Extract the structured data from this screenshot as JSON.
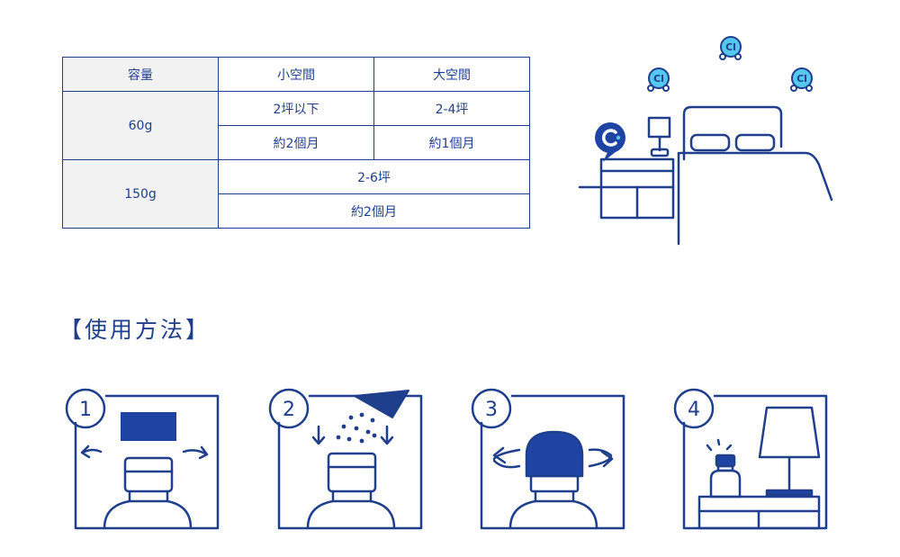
{
  "table": {
    "headers": [
      "容量",
      "小空間",
      "大空間"
    ],
    "rows": [
      {
        "capacity": "60g",
        "small_area": "2坪以下",
        "large_area": "2-4坪",
        "small_duration": "約2個月",
        "large_duration": "約1個月"
      },
      {
        "capacity": "150g",
        "area": "2-6坪",
        "duration": "約2個月"
      }
    ]
  },
  "illustration": {
    "molecule_label": "Cl"
  },
  "usage": {
    "title": "【使用方法】",
    "steps": [
      "1",
      "2",
      "3",
      "4"
    ]
  },
  "colors": {
    "primary": "#1f3e8c",
    "cap": "#1e43a3",
    "light_blue": "#55c8f0",
    "header_gray": "#f2f2f2"
  }
}
